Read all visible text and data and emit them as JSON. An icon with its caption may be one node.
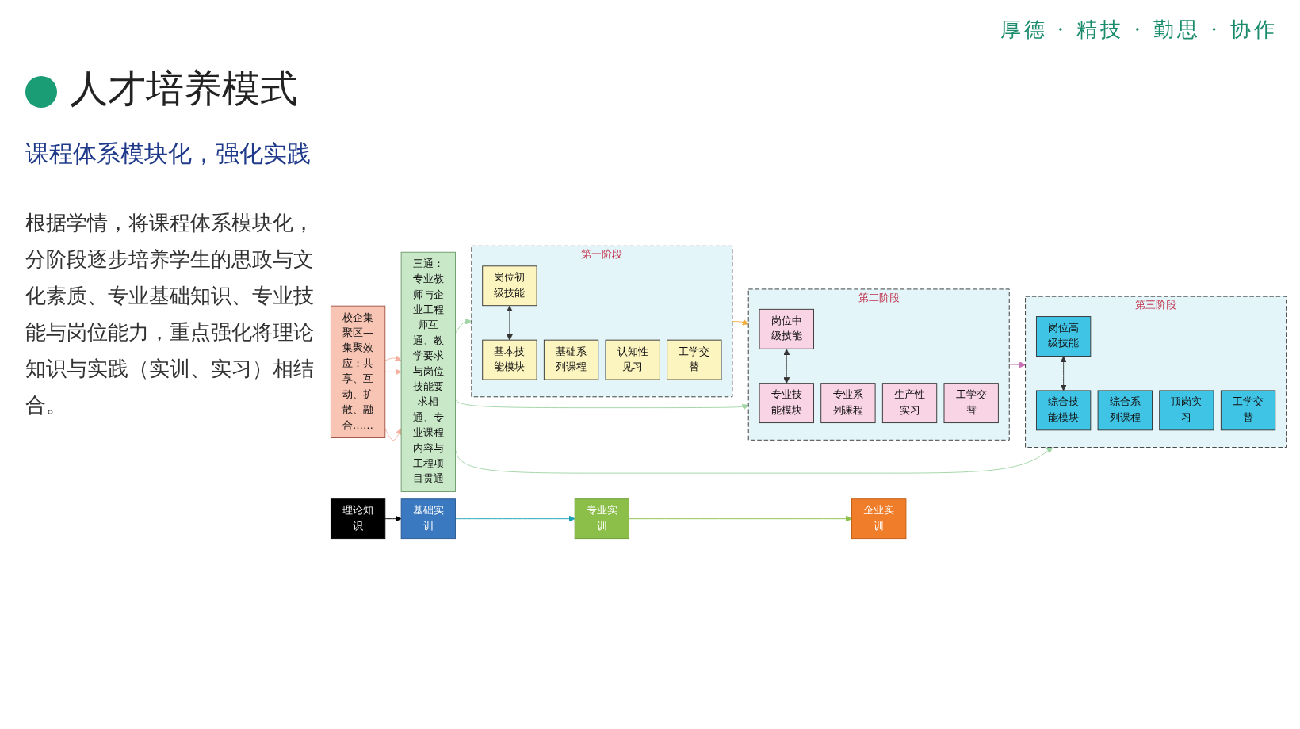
{
  "diagram": {
    "title": "人才培养模式",
    "nodes": [
      {
        "text": [
          "第一阶段"
        ]
      },
      {
        "text": [
          "岗位初级技能"
        ],
        "in": 0
      },
      {
        "text": [
          "基本技能模块"
        ],
        "in": 0
      },
      {
        "text": [
          "基础系列课程"
        ],
        "in": 0
      },
      {
        "text": [
          "认知性见习"
        ],
        "in": 0
      },
      {
        "text": [
          "工学交替"
        ],
        "in": 0
      },
      {
        "text": [
          "第二阶段"
        ]
      },
      {
        "text": [
          "岗位中级技能"
        ],
        "in": 6
      },
      {
        "text": [
          "专业技能模块"
        ],
        "in": 6
      },
      {
        "text": [
          "专业系列课程"
        ],
        "in": 6
      },
      {
        "text": [
          "生产性实习"
        ],
        "in": 6
      },
      {
        "text": [
          "工学交替"
        ],
        "in": 6
      },
      {
        "text": [
          "第三阶段"
        ]
      },
      {
        "text": [
          "岗位高级技能"
        ],
        "in": 12
      },
      {
        "text": [
          "综合技能模块"
        ],
        "in": 12
      },
      {
        "text": [
          "综合系列课程"
        ],
        "in": 12
      },
      {
        "text": [
          "顶岗实习"
        ],
        "in": 12
      },
      {
        "text": [
          "工学交替"
        ],
        "in": 12
      },
      {
        "text": [
          "三通：专业教师与企业工程师互通、教学要求与岗位技能要求相通、专业课程内容与工程项目贯通"
        ]
      },
      {
        "text": [
          "校企集聚区—集聚效应：共享、互动、扩散、融合……"
        ]
      },
      {
        "text": [
          "理论知识"
        ]
      },
      {
        "text": [
          "基础实训"
        ]
      },
      {
        "text": [
          "专业实训"
        ]
      },
      {
        "text": [
          "企业实训"
        ]
      }
    ],
    "edges": [
      {
        "from": 1,
        "to": 2,
        "arrow": "both"
      },
      {
        "from": 7,
        "to": 8,
        "arrow": "both"
      },
      {
        "from": 13,
        "to": 14,
        "arrow": "both"
      },
      {
        "from": 0,
        "to": 6,
        "arrow": "to",
        "color": "#f0ad3c"
      },
      {
        "from": 6,
        "to": 12,
        "arrow": "to",
        "color": "#c86fb5"
      },
      {
        "from": 18,
        "to": 0,
        "arrow": "to",
        "color": "#9fd4a4"
      },
      {
        "from": 18,
        "to": 6,
        "arrow": "to",
        "color": "#9fd4a4"
      },
      {
        "from": 18,
        "to": 12,
        "arrow": "to",
        "color": "#9fd4a4"
      },
      {
        "from": 19,
        "to": 18,
        "arrow": "to",
        "color": "#f4b0a0"
      },
      {
        "from": 19,
        "to": 18,
        "arrow": "to",
        "color": "#f4b0a0"
      },
      {
        "from": 19,
        "to": 18,
        "arrow": "to",
        "color": "#f4b0a0"
      },
      {
        "from": 20,
        "to": 21,
        "arrow": "to",
        "color": "#000000"
      },
      {
        "from": 21,
        "to": 22,
        "arrow": "to",
        "color": "#1aa0b8"
      },
      {
        "from": 22,
        "to": 23,
        "arrow": "to",
        "color": "#8cbf4a"
      }
    ],
    "labels": [
      "厚德 · 精技 · 勤思 · 协作",
      "课程体系模块化，强化实践",
      "根据学情，将课程体系模块化，分阶段逐步培养学生的思政与文化素质、专业基础知识、专业技能与岗位能力，重点强化将理论知识与实践（实训、实习）相结合。"
    ]
  }
}
